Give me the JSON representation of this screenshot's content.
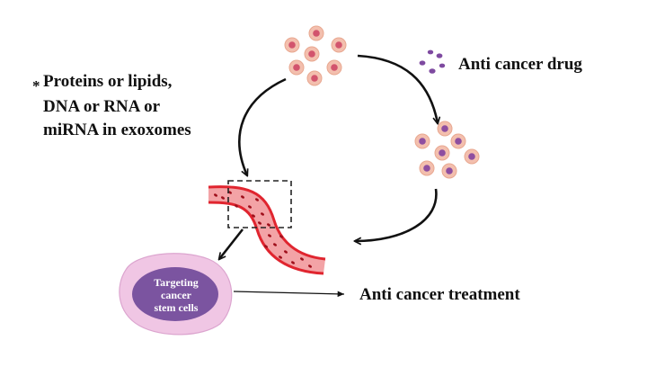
{
  "labels": {
    "bullet": "*",
    "cargo_line1": "Proteins or lipids,",
    "cargo_line2": "DNA or RNA or",
    "cargo_line3": "miRNA in exoxomes",
    "drug": "Anti cancer drug",
    "treatment": "Anti cancer treatment",
    "target_line1": "Targeting",
    "target_line2": "cancer",
    "target_line3": "stem cells"
  },
  "colors": {
    "exosome_fill": "#f3bfae",
    "exosome_ring": "#e8a890",
    "exosome_core": "#d2546d",
    "loaded_core": "#8e4ea0",
    "drug_dot": "#7e4aa0",
    "vessel_wall": "#e0252f",
    "vessel_fill": "#f3a3a6",
    "vessel_dots": "#a0101c",
    "cell_outer": "#f0c6e4",
    "cell_inner": "#7b54a0",
    "arrow": "#111111"
  }
}
